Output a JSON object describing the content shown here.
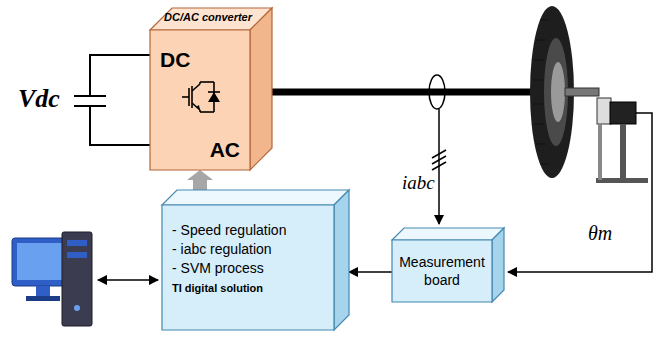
{
  "diagram": {
    "nodes": [
      {
        "text": [
          "DC/AC converter",
          "DC",
          "AC"
        ]
      },
      {
        "text": [
          "- Speed regulation",
          "- iabc regulation",
          "- SVM process",
          "TI digital solution"
        ]
      },
      {
        "text": [
          "Measurement board"
        ]
      }
    ],
    "edges": [
      {
        "from": 1,
        "to": 0,
        "arrow": "to"
      },
      {
        "from": 2,
        "to": 1,
        "arrow": "to"
      }
    ],
    "labels": [
      "Vdc",
      "iabc",
      "θm"
    ]
  }
}
